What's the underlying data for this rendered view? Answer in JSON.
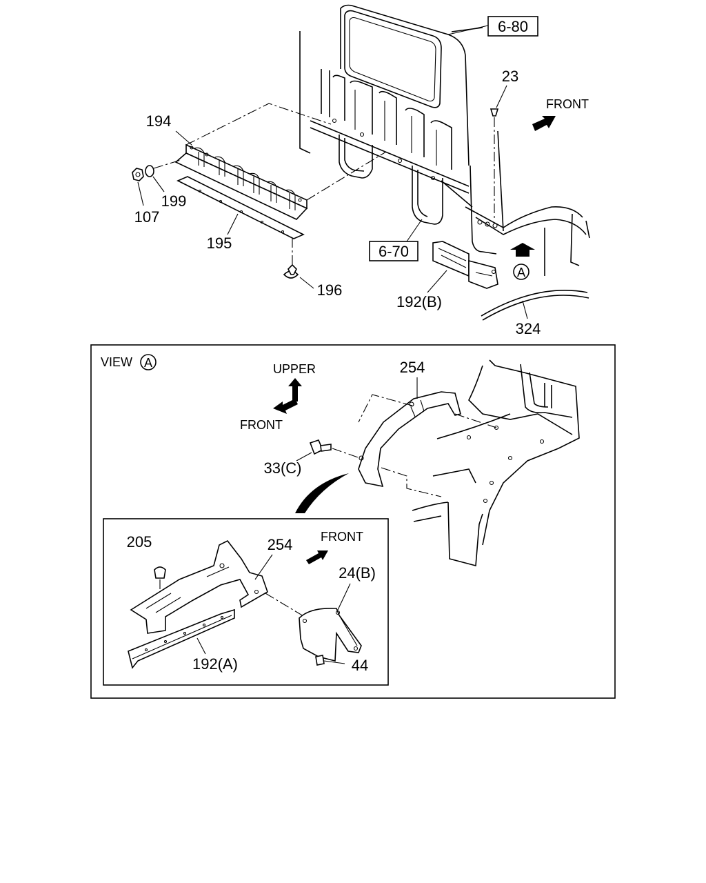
{
  "callouts": {
    "ref_6_80": "6-80",
    "ref_6_70": "6-70",
    "p23": "23",
    "p194": "194",
    "p199": "199",
    "p107": "107",
    "p195": "195",
    "p196": "196",
    "p192b": "192(B)",
    "p324": "324",
    "front_top": "FRONT",
    "view_marker": "A"
  },
  "view_a": {
    "title": "VIEW",
    "title_marker": "A",
    "upper": "UPPER",
    "front": "FRONT",
    "p254": "254",
    "p33c": "33(C)"
  },
  "inset": {
    "p205": "205",
    "p254": "254",
    "front": "FRONT",
    "p24b": "24(B)",
    "p192a": "192(A)",
    "p44": "44"
  }
}
